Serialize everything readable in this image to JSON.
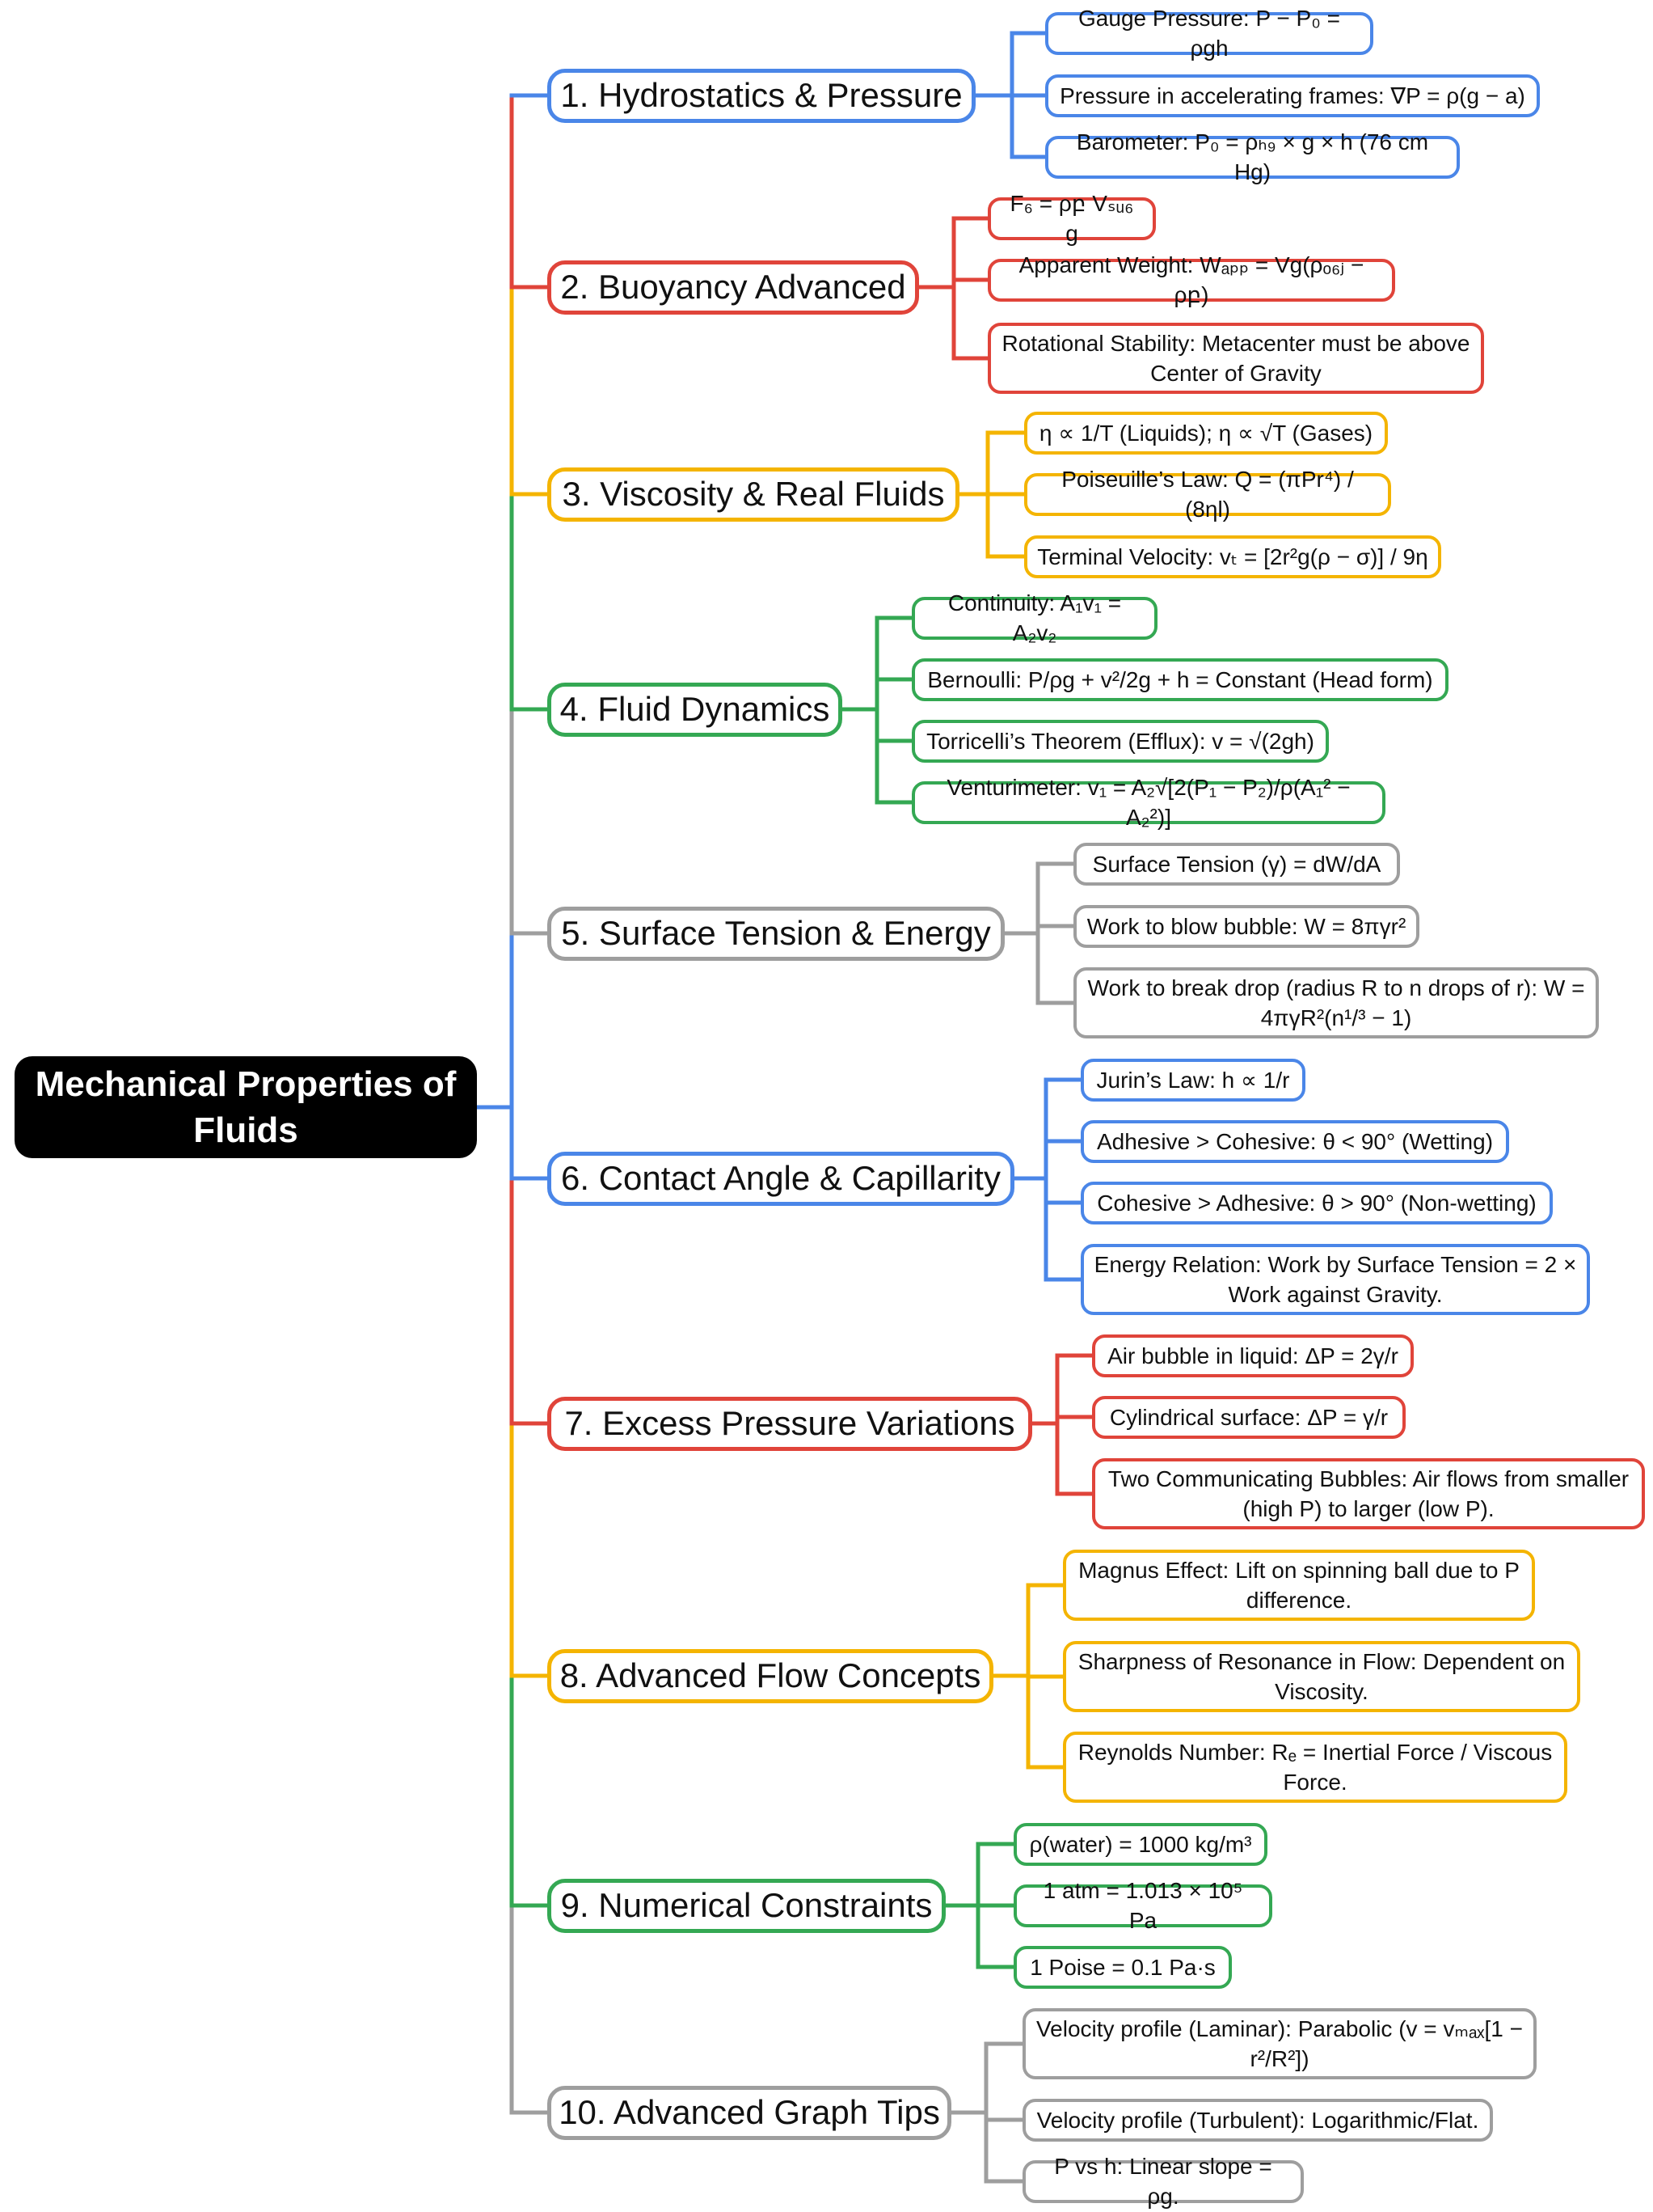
{
  "colors": {
    "blue": "#4a86e8",
    "red": "#e0443a",
    "yellow": "#f4b400",
    "green": "#34a853",
    "gray": "#9e9e9e",
    "root_bg": "#000000",
    "root_text": "#ffffff"
  },
  "root": {
    "label": "Mechanical Properties of Fluids"
  },
  "branches": [
    {
      "label": "1. Hydrostatics & Pressure",
      "color": "blue",
      "leaves": [
        "Gauge Pressure: P − P₀ = ρgh",
        "Pressure in accelerating frames: ∇P = ρ(g − a)",
        "Barometer: P₀ = ρₕ₉ × g × h (76 cm Hg)"
      ]
    },
    {
      "label": "2. Buoyancy Advanced",
      "color": "red",
      "leaves": [
        "F₆ = ρբ Vₛᵤ₆ g",
        "Apparent Weight: Wₐₚₚ = Vg(ρₒ₆ⱼ − ρբ)",
        "Rotational Stability: Metacenter must be above Center of Gravity"
      ]
    },
    {
      "label": "3. Viscosity & Real Fluids",
      "color": "yellow",
      "leaves": [
        "η ∝ 1/T (Liquids); η ∝ √T (Gases)",
        "Poiseuille’s Law: Q = (πPr⁴) / (8ηl)",
        "Terminal Velocity: vₜ = [2r²g(ρ − σ)] / 9η"
      ]
    },
    {
      "label": "4. Fluid Dynamics",
      "color": "green",
      "leaves": [
        "Continuity: A₁v₁ = A₂v₂",
        "Bernoulli: P/ρg + v²/2g + h = Constant (Head form)",
        "Torricelli’s Theorem (Efflux): v = √(2gh)",
        "Venturimeter: v₁ = A₂√[2(P₁ − P₂)/ρ(A₁² − A₂²)]"
      ]
    },
    {
      "label": "5. Surface Tension & Energy",
      "color": "gray",
      "leaves": [
        "Surface Tension (γ) = dW/dA",
        "Work to blow bubble: W = 8πγr²",
        "Work to break drop (radius R to n drops of r): W = 4πγR²(n¹/³ − 1)"
      ]
    },
    {
      "label": "6. Contact Angle & Capillarity",
      "color": "blue",
      "leaves": [
        "Jurin’s Law: h ∝ 1/r",
        "Adhesive > Cohesive: θ < 90° (Wetting)",
        "Cohesive > Adhesive: θ > 90° (Non-wetting)",
        "Energy Relation: Work by Surface Tension = 2 × Work against Gravity."
      ]
    },
    {
      "label": "7. Excess Pressure Variations",
      "color": "red",
      "leaves": [
        "Air bubble in liquid: ΔP = 2γ/r",
        "Cylindrical surface: ΔP = γ/r",
        "Two Communicating Bubbles: Air flows from smaller (high P) to larger (low P)."
      ]
    },
    {
      "label": "8. Advanced Flow Concepts",
      "color": "yellow",
      "leaves": [
        "Magnus Effect: Lift on spinning ball due to P difference.",
        "Sharpness of Resonance in Flow: Dependent on Viscosity.",
        "Reynolds Number: Rₑ = Inertial Force / Viscous Force."
      ]
    },
    {
      "label": "9. Numerical Constraints",
      "color": "green",
      "leaves": [
        "ρ(water) = 1000 kg/m³",
        "1 atm = 1.013 × 10⁵ Pa",
        "1 Poise = 0.1 Pa·s"
      ]
    },
    {
      "label": "10. Advanced Graph Tips",
      "color": "gray",
      "leaves": [
        "Velocity profile (Laminar): Parabolic (v = vₘₐₓ[1 − r²/R²])",
        "Velocity profile (Turbulent): Logarithmic/Flat.",
        "P vs h: Linear slope = ρg."
      ]
    }
  ]
}
